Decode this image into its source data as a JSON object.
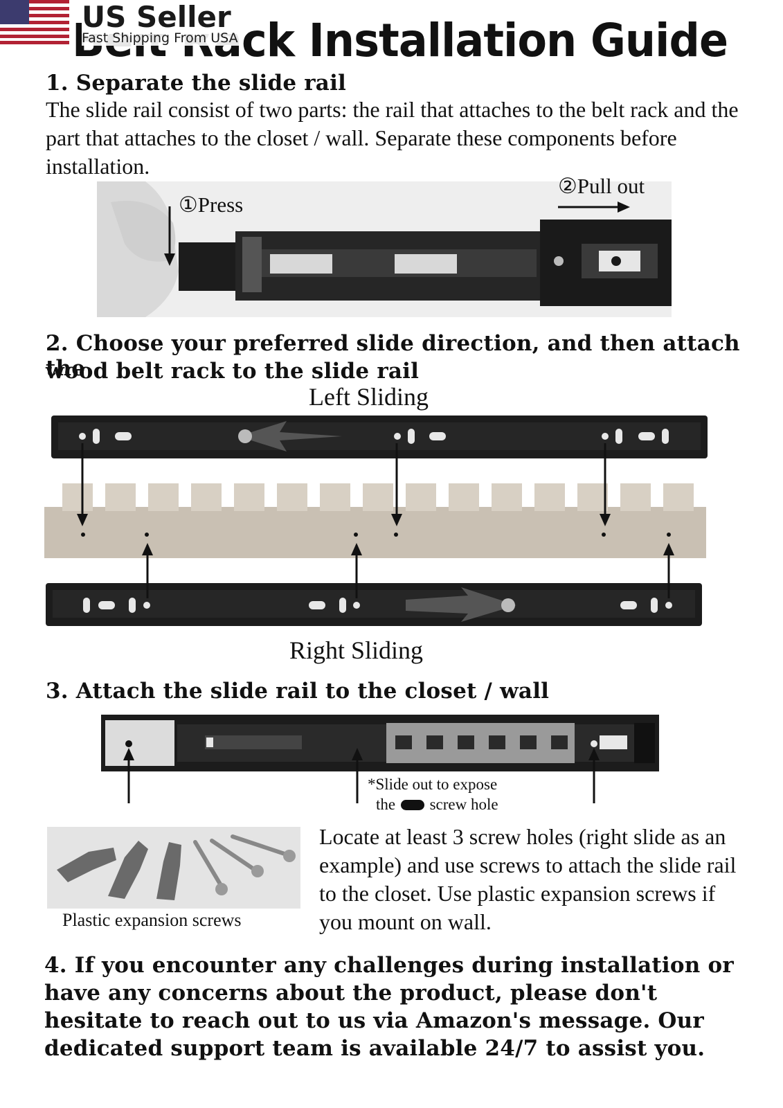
{
  "badge": {
    "title": "US Seller",
    "subtitle": "Fast Shipping From USA"
  },
  "header": {
    "title": "Belt Rack Installation Guide"
  },
  "step1": {
    "heading": "1. Separate the slide rail",
    "body": "The slide rail consist of two parts: the rail that attaches to the belt rack and the part that attaches to the closet / wall. Separate these components before installation.",
    "label_press": "①Press",
    "label_pull": "②Pull out"
  },
  "step2": {
    "heading_line1": "2. Choose your preferred slide direction, and then attach the",
    "heading_line2": "wood belt rack to the slide rail",
    "left_caption": "Left Sliding",
    "right_caption": "Right Sliding"
  },
  "step3": {
    "heading": "3. Attach the slide rail to the closet / wall",
    "note_line1": "*Slide out to expose",
    "note_the": "the",
    "note_rest": "screw hole",
    "screws_caption": "Plastic expansion screws",
    "body": "Locate at least 3 screw holes (right slide as an example) and use screws to attach the slide rail to the closet. Use plastic expansion screws if you mount on wall."
  },
  "step4": {
    "body": "4. If you encounter any challenges during installation or have any concerns about the product, please don't hesitate to reach out to us via Amazon's message. Our dedicated support team is available 24/7 to assist you."
  },
  "colors": {
    "rail_dark": "#1c1c1c",
    "wood": "#c9c0b3",
    "flag_red": "#b22234",
    "flag_blue": "#3c3b6e"
  },
  "icons": [
    "us-flag-icon",
    "arrow-down-icon",
    "arrow-right-icon",
    "arrow-up-icon"
  ]
}
